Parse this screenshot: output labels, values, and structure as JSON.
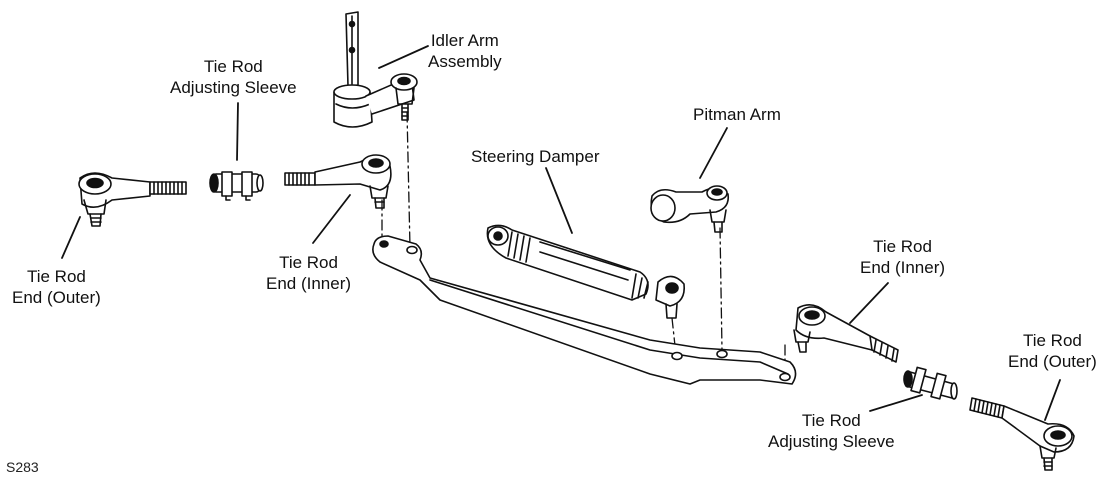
{
  "diagram": {
    "labels": {
      "idler_arm": [
        "Idler Arm",
        "Assembly"
      ],
      "tie_rod_adjusting_sleeve_left": [
        "Tie Rod",
        "Adjusting Sleeve"
      ],
      "pitman_arm": [
        "Pitman Arm"
      ],
      "steering_damper": [
        "Steering Damper"
      ],
      "tie_rod_end_inner_left": [
        "Tie Rod",
        "End (Inner)"
      ],
      "tie_rod_end_outer_left": [
        "Tie Rod",
        "End (Outer)"
      ],
      "tie_rod_end_inner_right": [
        "Tie Rod",
        "End (Inner)"
      ],
      "tie_rod_end_outer_right": [
        "Tie Rod",
        "End (Outer)"
      ],
      "tie_rod_adjusting_sleeve_right": [
        "Tie Rod",
        "Adjusting Sleeve"
      ]
    },
    "figure_id": "S283"
  }
}
